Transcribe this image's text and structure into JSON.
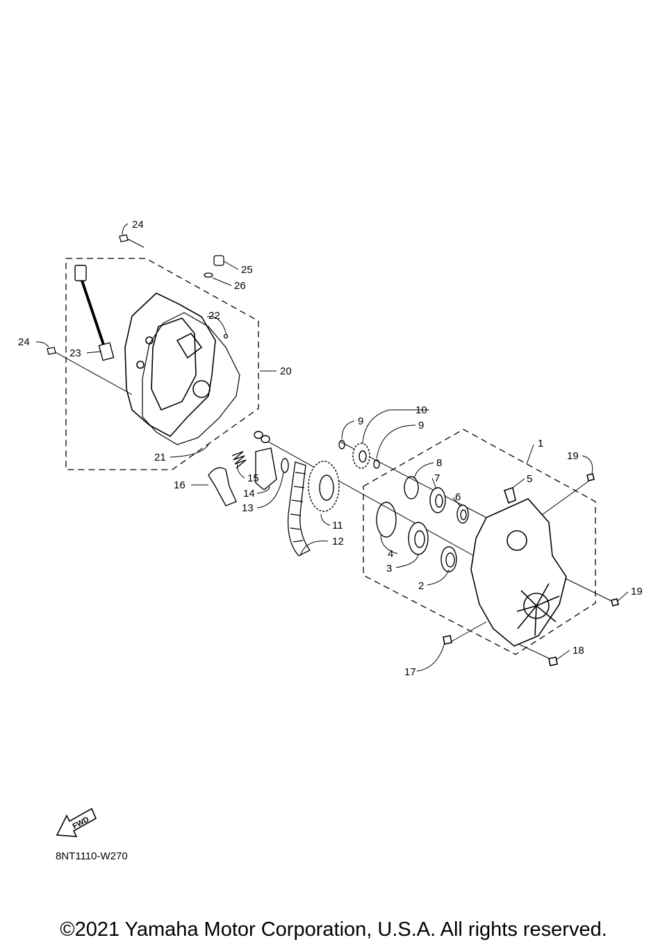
{
  "callouts": [
    "1",
    "2",
    "3",
    "4",
    "5",
    "6",
    "7",
    "8",
    "9",
    "9",
    "10",
    "11",
    "12",
    "13",
    "14",
    "15",
    "16",
    "17",
    "18",
    "19",
    "19",
    "20",
    "21",
    "22",
    "23",
    "24",
    "24",
    "25",
    "26"
  ],
  "fwd_label": "FWD",
  "diagram_code": "8NT1110-W270",
  "copyright": "©2021 Yamaha Motor Corporation, U.S.A. All rights reserved."
}
